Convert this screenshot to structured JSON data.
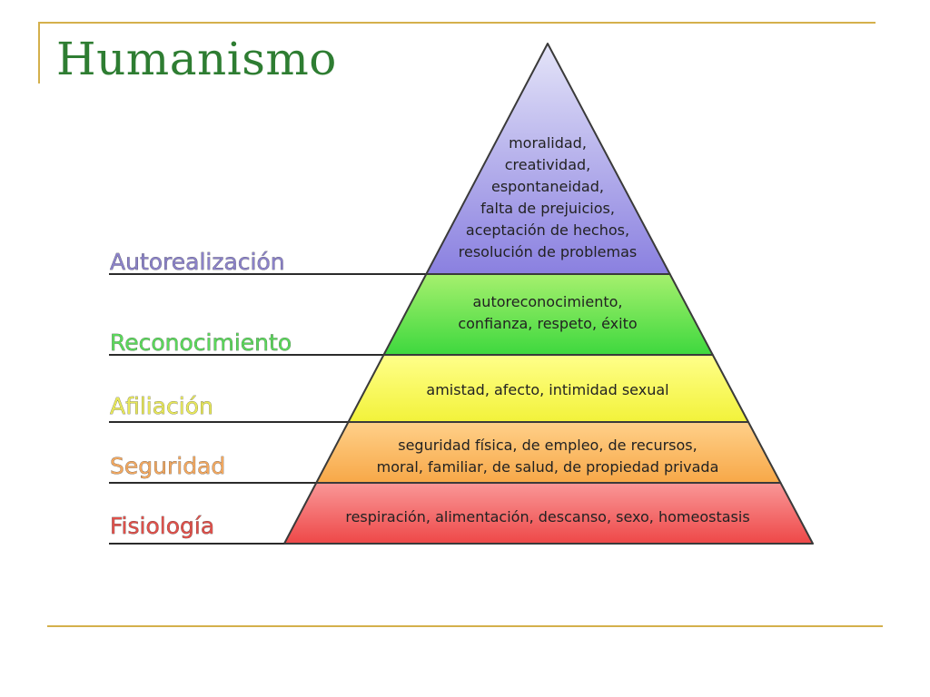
{
  "slide": {
    "title": "Humanismo",
    "title_color": "#2e7d32",
    "accent_color": "#d4b04c"
  },
  "pyramid": {
    "levels": [
      {
        "label": "Autorealización",
        "label_color": "#8b82c9",
        "fill_top": "#e4e4f8",
        "fill_bottom": "#8a80e0",
        "lines": [
          "moralidad,",
          "creatividad,",
          "espontaneidad,",
          "falta de prejuicios,",
          "aceptación de hechos,",
          "resolución de problemas"
        ]
      },
      {
        "label": "Reconocimiento",
        "label_color": "#5bd85b",
        "fill_top": "#a6f06e",
        "fill_bottom": "#3ed83e",
        "lines": [
          "autoreconocimiento,",
          "confianza, respeto, éxito"
        ]
      },
      {
        "label": "Afiliación",
        "label_color": "#e8e85a",
        "fill_top": "#ffff8a",
        "fill_bottom": "#f2f23a",
        "lines": [
          "amistad, afecto, intimidad sexual"
        ]
      },
      {
        "label": "Seguridad",
        "label_color": "#f2a860",
        "fill_top": "#ffd089",
        "fill_bottom": "#f7a848",
        "lines": [
          "seguridad física, de empleo, de recursos,",
          "moral, familiar, de salud, de propiedad privada"
        ]
      },
      {
        "label": "Fisiología",
        "label_color": "#e0504a",
        "fill_top": "#f99797",
        "fill_bottom": "#ee4848",
        "lines": [
          "respiración, alimentación, descanso, sexo, homeostasis"
        ]
      }
    ]
  }
}
